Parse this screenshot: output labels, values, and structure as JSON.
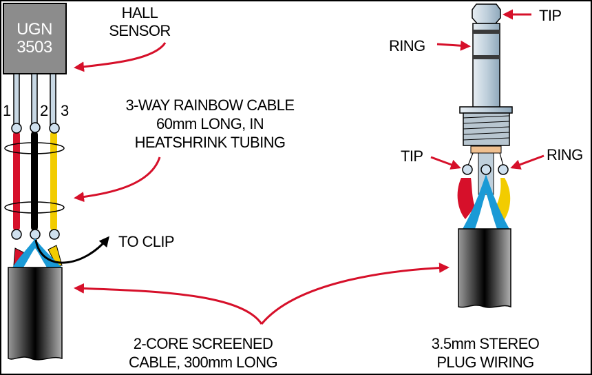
{
  "labels": {
    "chip_line1": "UGN",
    "chip_line2": "3503",
    "hall_line1": "HALL",
    "hall_line2": "SENSOR",
    "pin1": "1",
    "pin2": "2",
    "pin3": "3",
    "rainbow_line1": "3-WAY RAINBOW CABLE",
    "rainbow_line2": "60mm LONG, IN",
    "rainbow_line3": "HEATSHRINK TUBING",
    "to_clip": "TO CLIP",
    "cable_line1": "2-CORE SCREENED",
    "cable_line2": "CABLE, 300mm LONG",
    "plug_line1": "3.5mm STEREO",
    "plug_line2": "PLUG WIRING",
    "tip_top": "TIP",
    "ring_left": "RING",
    "tip_lower": "TIP",
    "ring_right": "RING"
  },
  "colors": {
    "arrow": "#d6102a",
    "wire_red": "#d6102a",
    "wire_black": "#000000",
    "wire_yellow": "#f2cc00",
    "screen_blue": "#1a9ad6",
    "chip": "#8c8c8c",
    "lead": "#c8d8e4"
  }
}
